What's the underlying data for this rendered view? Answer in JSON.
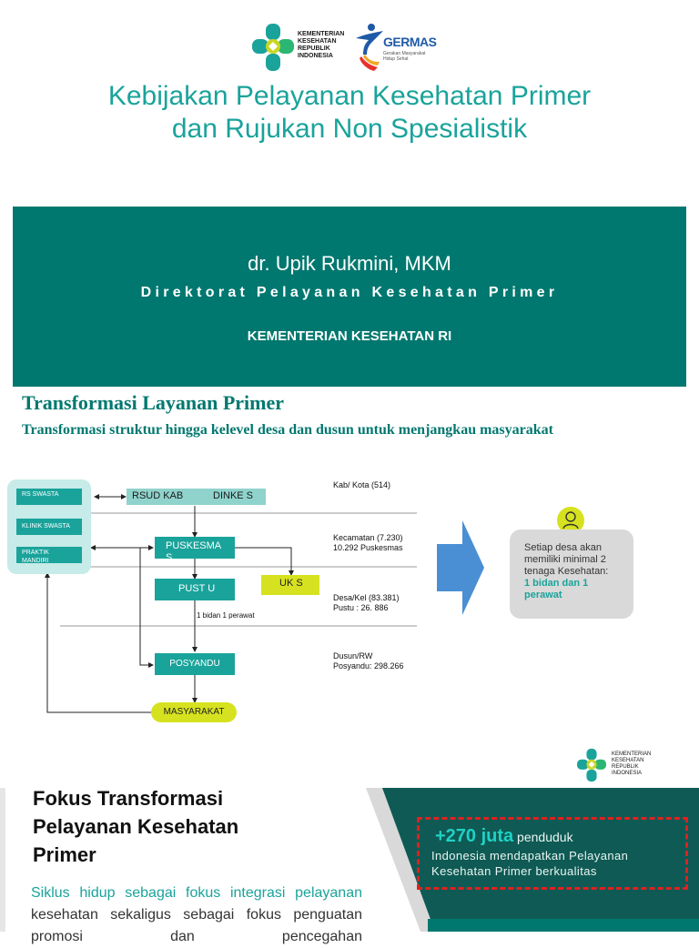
{
  "header": {
    "kemenkes_logo_text": "KEMENTERIAN\nKESEHATAN\nREPUBLIK\nINDONESIA",
    "germas_logo_text": "GERMAS",
    "germas_tagline": "Gerakan Masyarakat\nHidup Sehat"
  },
  "title": {
    "line1": "Kebijakan Pelayanan Kesehatan Primer",
    "line2": "dan Rujukan Non Spesialistik"
  },
  "banner": {
    "presenter": "dr. Upik Rukmini, MKM",
    "directorate": "Direktorat Pelayanan Kesehatan Primer",
    "ministry": "KEMENTERIAN KESEHATAN RI"
  },
  "transformasi": {
    "title": "Transformasi Layanan Primer",
    "subtitle": "Transformasi struktur hingga kelevel desa dan dusun untuk menjangkau masyarakat",
    "boxes": {
      "rs_swasta": "RS SWASTA",
      "klinik_swasta": "KLINIK SWASTA",
      "praktik_mandiri": "PRAKTIK MANDIRI",
      "rsud_kab": "RSUD KAB",
      "dinkes": "DINKE S",
      "puskesmas": "PUSKESMA S",
      "pustu": "PUST U",
      "uks": "UK S",
      "posyandu": "POSYANDU",
      "masyarakat": "MASYARAKAT"
    },
    "staff_note": "1 bidan  1 perawat",
    "levels": {
      "kab": "Kab/ Kota (514)",
      "kecamatan": "Kecamatan (7.230)\n10.292 Puskesmas",
      "desa": "Desa/Kel (83.381)\nPustu : 26. 886",
      "dusun": "Dusun/RW\nPosyandu: 298.266"
    },
    "info": {
      "text": "Setiap desa akan memiliki minimal 2 tenaga Kesehatan:",
      "highlight": "1 bidan dan 1 perawat"
    },
    "colors": {
      "teal": "#1aa39b",
      "yellow": "#d6e21f",
      "arrow": "#4a8fd4"
    }
  },
  "fokus": {
    "logo_text": "KEMENTERIAN\nKESEHATAN\nREPUBLIK\nINDONESIA",
    "title": "Fokus Transformasi Pelayanan Kesehatan Primer",
    "body_highlight": "Siklus hidup sebagai fokus integrasi pelayanan",
    "body_rest": " kesehatan sekaligus sebagai fokus penguatan promosi dan pencegahan",
    "stat_number": "+270 juta",
    "stat_text_lead": " penduduk",
    "stat_text": "Indonesia mendapatkan Pelayanan Kesehatan Primer berkualitas"
  }
}
